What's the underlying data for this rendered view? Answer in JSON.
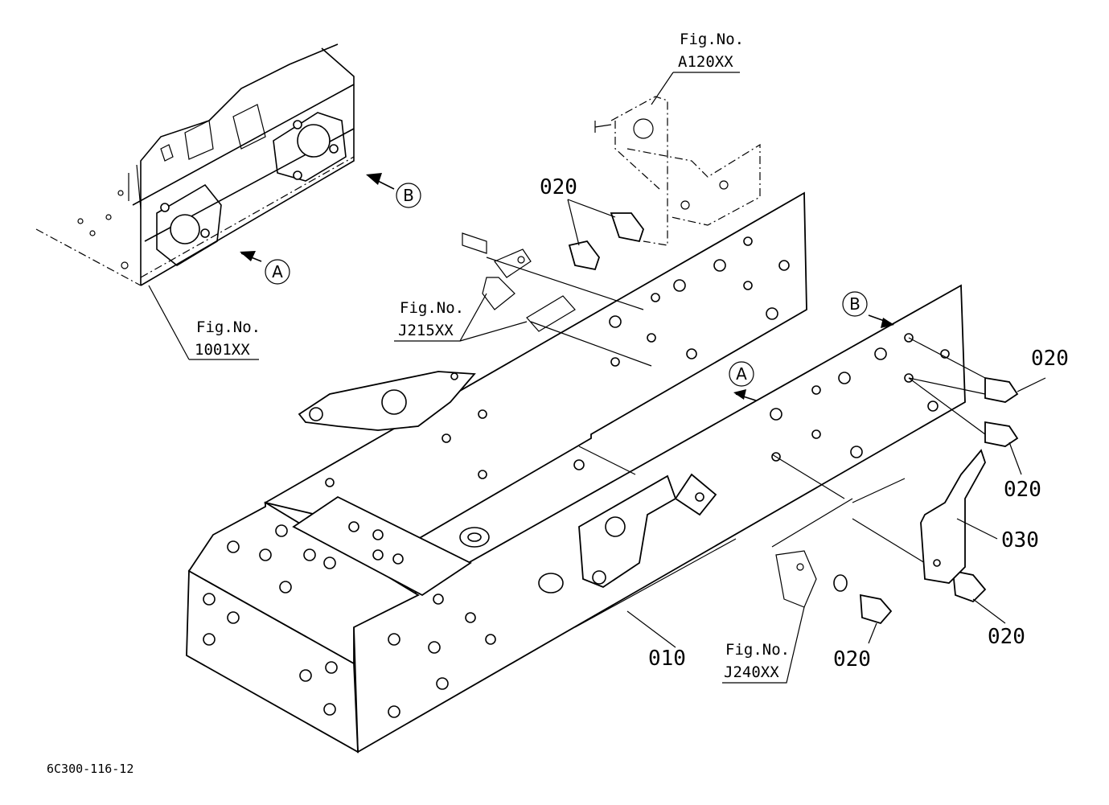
{
  "figure_code": "6C300-116-12",
  "callouts": {
    "fig_a120": {
      "line1": "Fig.No.",
      "line2": "A120XX"
    },
    "fig_1001": {
      "line1": "Fig.No.",
      "line2": "1001XX"
    },
    "fig_j215": {
      "line1": "Fig.No.",
      "line2": "J215XX"
    },
    "fig_j240": {
      "line1": "Fig.No.",
      "line2": "J240XX"
    }
  },
  "parts": {
    "p010": "010",
    "p020_top": "020",
    "p020_right1": "020",
    "p020_right2": "020",
    "p020_right3": "020",
    "p020_bottom": "020",
    "p030": "030"
  },
  "view_markers": {
    "a_engine": "A",
    "b_engine": "B",
    "a_frame": "A",
    "b_frame": "B"
  },
  "colors": {
    "line": "#000000",
    "background": "#ffffff"
  }
}
